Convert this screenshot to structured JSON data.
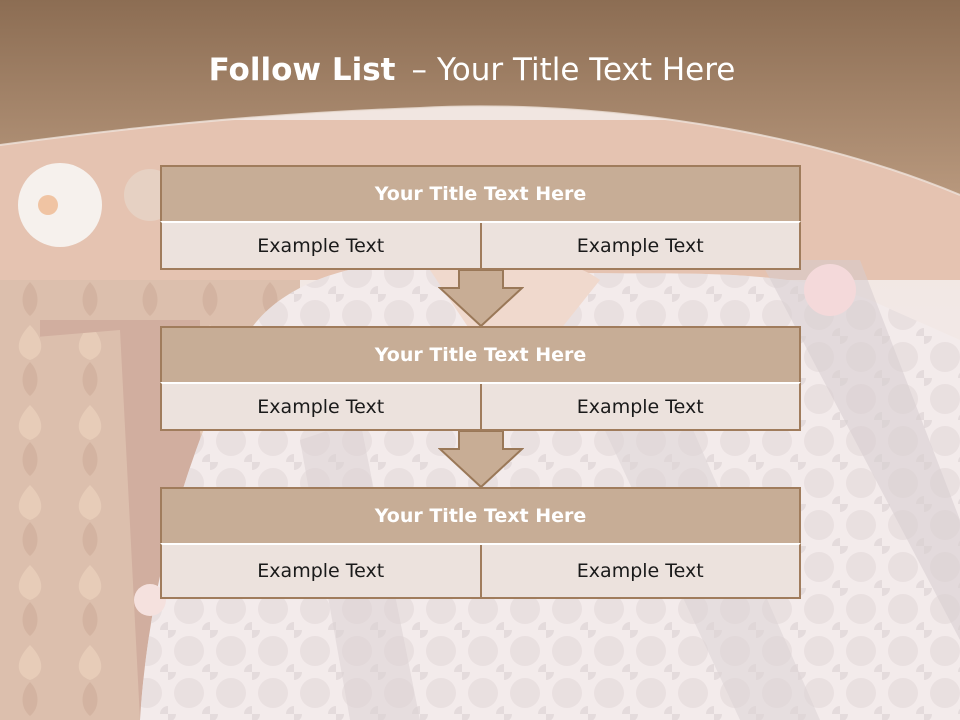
{
  "title": {
    "bold": "Follow List",
    "separator": "–",
    "rest": "Your Title Text Here"
  },
  "steps": [
    {
      "title": "Your Title Text Here",
      "left": "Example Text",
      "right": "Example Text"
    },
    {
      "title": "Your Title Text Here",
      "left": "Example Text",
      "right": "Example Text"
    },
    {
      "title": "Your Title Text Here",
      "left": "Example Text",
      "right": "Example Text"
    }
  ],
  "colors": {
    "header_band": "#a6856a",
    "box_header": "#c7ad96",
    "box_border": "#a07c5c",
    "box_row": "#ece2dd",
    "arrow": "#c8ad95"
  }
}
